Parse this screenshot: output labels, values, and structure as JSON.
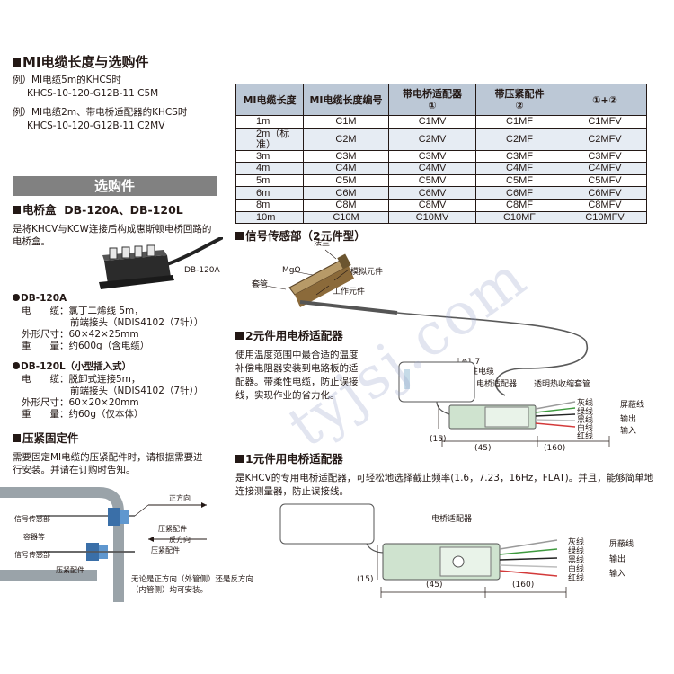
{
  "title": "MI电缆长度与选购件",
  "examples": [
    "例）MI电缆5m的KHCS时",
    "KHCS-10-120-G12B-11 C5M",
    "例）MI电缆2m、带电桥适配器的KHCS时",
    "KHCS-10-120-G12B-11 C2MV"
  ],
  "table": {
    "headers": [
      "MI电缆长度",
      "MI电缆长度编号",
      "带电桥适配器",
      "带压紧配件",
      "①+②"
    ],
    "header_nums": [
      "",
      "",
      "①",
      "②",
      ""
    ],
    "rows": [
      [
        "1m",
        "C1M",
        "C1MV",
        "C1MF",
        "C1MFV"
      ],
      [
        "2m（标准）",
        "C2M",
        "C2MV",
        "C2MF",
        "C2MFV"
      ],
      [
        "3m",
        "C3M",
        "C3MV",
        "C3MF",
        "C3MFV"
      ],
      [
        "4m",
        "C4M",
        "C4MV",
        "C4MF",
        "C4MFV"
      ],
      [
        "5m",
        "C5M",
        "C5MV",
        "C5MF",
        "C5MFV"
      ],
      [
        "6m",
        "C6M",
        "C6MV",
        "C6MF",
        "C6MFV"
      ],
      [
        "8m",
        "C8M",
        "C8MV",
        "C8MF",
        "C8MFV"
      ],
      [
        "10m",
        "C10M",
        "C10MV",
        "C10MF",
        "C10MFV"
      ]
    ]
  },
  "options_band": "选购件",
  "bridge_box": {
    "heading": "电桥盒",
    "models": "DB-120A、DB-120L",
    "desc1": "是将KHCV与KCW连接后构成惠斯顿电桥回路的",
    "desc2": "电桥盒。",
    "photo_label": "DB-120A",
    "a_title": "DB-120A",
    "a_lines": [
      "电　　缆：氯丁二烯线 5m，",
      "前端接头（NDIS4102（7针））",
      "外形尺寸：60×42×25mm",
      "重　　量：约600g（含电缆）"
    ],
    "l_title": "DB-120L（小型插入式）",
    "l_lines": [
      "电　　缆：脱卸式连接5m，",
      "前端接头（NDIS4102（7针））",
      "外形尺寸：60×20×20mm",
      "重　　量：约60g（仅本体）"
    ]
  },
  "clamp": {
    "heading": "压紧固定件",
    "desc1": "需要固定MI电缆的压紧配件时，请根据需要进",
    "desc2": "行安装。并请在订购时告知。",
    "labels": {
      "sensor1": "信号传感部",
      "vessel": "容器等",
      "sensor2": "信号传感部",
      "fitting": "压紧配件",
      "forward": "正方向",
      "fitting_r1": "压紧配件",
      "reverse": "反方向",
      "fitting_r2": "压紧配件"
    },
    "note1": "无论是正方向（外管侧）还是反方向",
    "note2": "（内管侧）均可安装。"
  },
  "signal": {
    "heading": "信号传感部（2元件型）",
    "labels": [
      "法兰",
      "MgO",
      "模拟元件",
      "套管",
      "工作元件"
    ],
    "dia": "φ1.7",
    "cable": "柔性电缆"
  },
  "adapter2": {
    "heading": "2元件用电桥适配器",
    "desc": [
      "使用温度范围中最合适的温度",
      "补偿电阻器安装到电路板的适",
      "配器。带柔性电缆，防止误接",
      "线，实现作业的省力化。"
    ],
    "label_adapter": "电桥适配器",
    "label_sleeve": "透明热收缩套管",
    "wires": [
      "灰线",
      "绿线",
      "黑线",
      "白线",
      "红线"
    ],
    "wire_fn": [
      "屏蔽线",
      "输出",
      "输入"
    ],
    "dims": [
      "(15)",
      "(45)",
      "(160)"
    ]
  },
  "adapter1": {
    "heading": "1元件用电桥适配器",
    "desc1": "是KHCV的专用电桥适配器，可轻松地选择截止频率(1.6，7.23，16Hz，FLAT)。并且，能够简单地",
    "desc2": "连接测量器，防止误接线。",
    "label_adapter": "电桥适配器",
    "wires": [
      "灰线",
      "绿线",
      "黑线",
      "白线",
      "红线"
    ],
    "wire_fn": [
      "屏蔽线",
      "输出",
      "输入"
    ],
    "dims": [
      "(15)",
      "(45)",
      "(160)"
    ]
  },
  "watermark": "tyjsj.com"
}
